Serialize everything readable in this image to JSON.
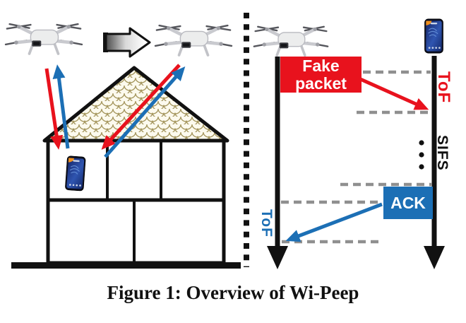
{
  "figure": {
    "caption": "Figure 1: Overview of Wi-Peep"
  },
  "scene": {
    "icons": {
      "drone": "drone-icon",
      "smartphone": "smartphone-icon",
      "movement_arrow": "block-arrow-right-icon",
      "divider": "dotted-divider"
    }
  },
  "timing": {
    "fake_packet": "Fake packet",
    "ack": "ACK",
    "tof_down": "ToF",
    "sifs": "SIFS",
    "tof_up": "ToF"
  },
  "colors": {
    "red": "#e8121d",
    "blue": "#1c6fb5",
    "dash": "#8f8f8f",
    "ink": "#111111",
    "roof-line": "#a3945a",
    "roof-fill": "#fcfaee"
  }
}
